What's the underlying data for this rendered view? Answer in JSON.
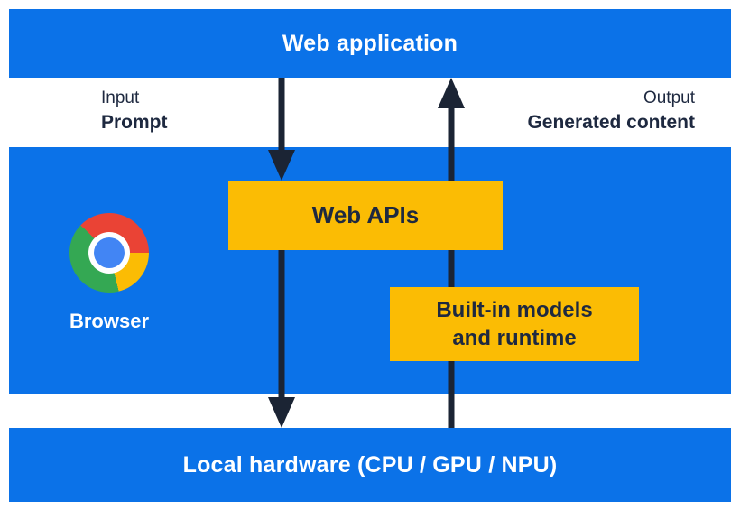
{
  "web_application": {
    "label": "Web application"
  },
  "flow_labels": {
    "input_title": "Input",
    "input_value": "Prompt",
    "output_title": "Output",
    "output_value": "Generated content"
  },
  "browser": {
    "label": "Browser",
    "icon": "chrome-logo"
  },
  "boxes": {
    "web_apis": {
      "label": "Web APIs"
    },
    "builtin_models": {
      "label": "Built-in models and runtime"
    }
  },
  "local_hardware": {
    "label": "Local hardware (CPU / GPU / NPU)"
  },
  "arrows": [
    {
      "name": "input-flow-to-web-apis",
      "direction": "down"
    },
    {
      "name": "input-flow-to-local-hardware",
      "direction": "down"
    },
    {
      "name": "output-flow-to-web-application",
      "direction": "up"
    }
  ],
  "colors": {
    "band_blue": "#0b72e8",
    "box_yellow": "#fbbc04",
    "text_navy": "#1e2940",
    "arrow_dark": "#1b2434",
    "label_white": "#ffffff",
    "chrome_red": "#ea4335",
    "chrome_yellow": "#fbbc04",
    "chrome_green": "#34a853",
    "chrome_blue": "#4285f4"
  }
}
